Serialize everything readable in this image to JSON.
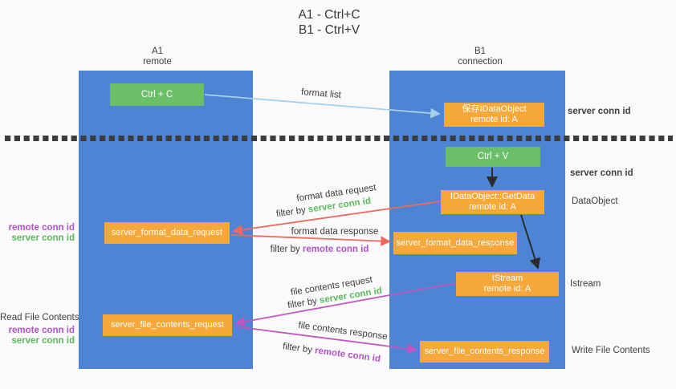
{
  "title": {
    "line1": "A1 - Ctrl+C",
    "line2": "B1 - Ctrl+V"
  },
  "lanes": {
    "a1": {
      "title": "A1",
      "subtitle": "remote"
    },
    "b1": {
      "title": "B1",
      "subtitle": "connection"
    }
  },
  "nodes": {
    "ctrl_c": {
      "label": "Ctrl + C"
    },
    "ctrl_v": {
      "label": "Ctrl + V"
    },
    "save_idataobject": {
      "line1": "保存IDataObject",
      "line2": "remote id: A"
    },
    "idataobject_getdata": {
      "line1": "IDataObject::GetData",
      "line2": "remote id: A"
    },
    "istream": {
      "line1": "IStream",
      "line2": "remote id: A"
    },
    "server_format_data_request": {
      "label": "server_format_data_request"
    },
    "server_format_data_response": {
      "label": "server_format_data_response"
    },
    "server_file_contents_request": {
      "label": "server_file_contents_request"
    },
    "server_file_contents_response": {
      "label": "server_file_contents_response"
    }
  },
  "edge_labels": {
    "format_list": "format list",
    "format_data_request": "format data request",
    "format_data_response": "format data response",
    "file_contents_request": "file contents request",
    "file_contents_response": "file contents response",
    "filter_by": "filter by ",
    "server_conn_id": "server conn id",
    "remote_conn_id": "remote conn id"
  },
  "annotations": {
    "server_conn_id": "server conn id",
    "remote_conn_id": "remote conn id",
    "dataobject": "DataObject",
    "istream": "Istream",
    "read_file_contents": "Read File Contents",
    "write_file_contents": "Write File Contents"
  },
  "colors": {
    "lane_blue": "#4d85d4",
    "box_orange": "#f7a83b",
    "box_green": "#6abf68",
    "green_text": "#5cba5e",
    "purple_text": "#b054c6",
    "red_arrow": "#ed6a5e",
    "magenta_arrow": "#c157be",
    "lightblue_arrow": "#a6d0ec",
    "black_arrow": "#2b2b2b",
    "divider": "#3c3c3c"
  }
}
